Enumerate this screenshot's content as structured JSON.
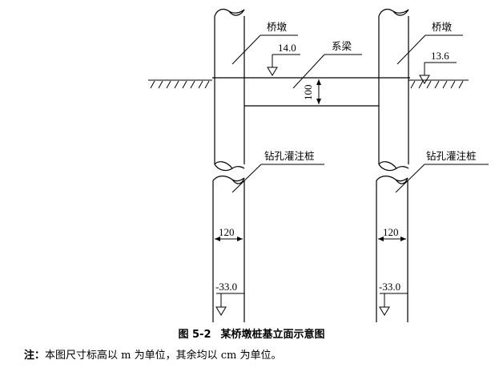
{
  "diagram": {
    "left_pier_label": "桥墩",
    "right_pier_label": "桥墩",
    "left_elevation": "14.0",
    "right_elevation": "13.6",
    "tie_beam_label": "系梁",
    "tie_beam_height": "100",
    "left_pile_label": "钻孔灌注桩",
    "right_pile_label": "钻孔灌注桩",
    "left_pile_diameter": "120",
    "right_pile_diameter": "120",
    "left_pile_bottom": "-33.0",
    "right_pile_bottom": "-33.0"
  },
  "caption": {
    "number": "图 5-2",
    "title": "某桥墩桩基立面示意图"
  },
  "note": {
    "label": "注：",
    "text": "本图尺寸标高以 m 为单位，其余均以 cm 为单位。"
  }
}
